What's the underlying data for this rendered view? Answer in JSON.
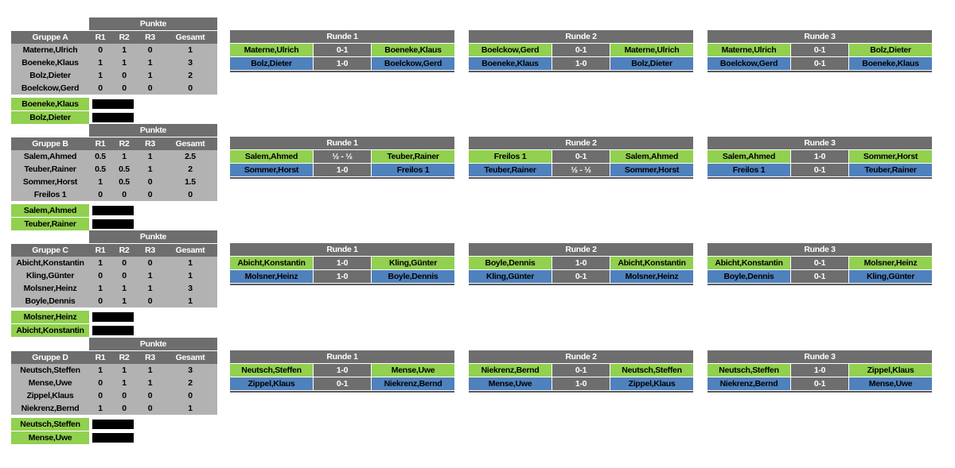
{
  "labels": {
    "punkte": "Punkte"
  },
  "colors": {
    "header_gray": "#6e6e6e",
    "body_gray": "#b2b2b2",
    "green": "#92d050",
    "blue": "#4f81bd",
    "redaction": "#000000",
    "background": "#ffffff"
  },
  "groups": [
    {
      "name": "Gruppe A",
      "columns": [
        "R1",
        "R2",
        "R3",
        "Gesamt"
      ],
      "players": [
        {
          "name": "Materne,Ulrich",
          "scores": [
            "0",
            "1",
            "0",
            "1"
          ]
        },
        {
          "name": "Boeneke,Klaus",
          "scores": [
            "1",
            "1",
            "1",
            "3"
          ]
        },
        {
          "name": "Bolz,Dieter",
          "scores": [
            "1",
            "0",
            "1",
            "2"
          ]
        },
        {
          "name": "Boelckow,Gerd",
          "scores": [
            "0",
            "0",
            "0",
            "0"
          ]
        }
      ],
      "qualifiers": [
        {
          "name": "Boeneke,Klaus"
        },
        {
          "name": "Bolz,Dieter"
        }
      ],
      "rounds": [
        {
          "title": "Runde 1",
          "matches": [
            {
              "left": "Materne,Ulrich",
              "score": "0-1",
              "right": "Boeneke,Klaus"
            },
            {
              "left": "Bolz,Dieter",
              "score": "1-0",
              "right": "Boelckow,Gerd"
            }
          ]
        },
        {
          "title": "Runde 2",
          "matches": [
            {
              "left": "Boelckow,Gerd",
              "score": "0-1",
              "right": "Materne,Ulrich"
            },
            {
              "left": "Boeneke,Klaus",
              "score": "1-0",
              "right": "Bolz,Dieter"
            }
          ]
        },
        {
          "title": "Runde 3",
          "matches": [
            {
              "left": "Materne,Ulrich",
              "score": "0-1",
              "right": "Bolz,Dieter"
            },
            {
              "left": "Boelckow,Gerd",
              "score": "0-1",
              "right": "Boeneke,Klaus"
            }
          ]
        }
      ]
    },
    {
      "name": "Gruppe B",
      "columns": [
        "R1",
        "R2",
        "R3",
        "Gesamt"
      ],
      "players": [
        {
          "name": "Salem,Ahmed",
          "scores": [
            "0.5",
            "1",
            "1",
            "2.5"
          ]
        },
        {
          "name": "Teuber,Rainer",
          "scores": [
            "0.5",
            "0.5",
            "1",
            "2"
          ]
        },
        {
          "name": "Sommer,Horst",
          "scores": [
            "1",
            "0.5",
            "0",
            "1.5"
          ]
        },
        {
          "name": "Freilos 1",
          "scores": [
            "0",
            "0",
            "0",
            "0"
          ]
        }
      ],
      "qualifiers": [
        {
          "name": "Salem,Ahmed"
        },
        {
          "name": "Teuber,Rainer"
        }
      ],
      "rounds": [
        {
          "title": "Runde 1",
          "matches": [
            {
              "left": "Salem,Ahmed",
              "score": "½ - ½",
              "right": "Teuber,Rainer"
            },
            {
              "left": "Sommer,Horst",
              "score": "1-0",
              "right": "Freilos 1"
            }
          ]
        },
        {
          "title": "Runde 2",
          "matches": [
            {
              "left": "Freilos 1",
              "score": "0-1",
              "right": "Salem,Ahmed"
            },
            {
              "left": "Teuber,Rainer",
              "score": "½ - ½",
              "right": "Sommer,Horst"
            }
          ]
        },
        {
          "title": "Runde 3",
          "matches": [
            {
              "left": "Salem,Ahmed",
              "score": "1-0",
              "right": "Sommer,Horst"
            },
            {
              "left": "Freilos 1",
              "score": "0-1",
              "right": "Teuber,Rainer"
            }
          ]
        }
      ]
    },
    {
      "name": "Gruppe C",
      "columns": [
        "R1",
        "R2",
        "R3",
        "Gesamt"
      ],
      "players": [
        {
          "name": "Abicht,Konstantin",
          "scores": [
            "1",
            "0",
            "0",
            "1"
          ]
        },
        {
          "name": "Kling,Günter",
          "scores": [
            "0",
            "0",
            "1",
            "1"
          ]
        },
        {
          "name": "Molsner,Heinz",
          "scores": [
            "1",
            "1",
            "1",
            "3"
          ]
        },
        {
          "name": "Boyle,Dennis",
          "scores": [
            "0",
            "1",
            "0",
            "1"
          ]
        }
      ],
      "qualifiers": [
        {
          "name": "Molsner,Heinz"
        },
        {
          "name": "Abicht,Konstantin"
        }
      ],
      "rounds": [
        {
          "title": "Runde 1",
          "matches": [
            {
              "left": "Abicht,Konstantin",
              "score": "1-0",
              "right": "Kling,Günter"
            },
            {
              "left": "Molsner,Heinz",
              "score": "1-0",
              "right": "Boyle,Dennis"
            }
          ]
        },
        {
          "title": "Runde 2",
          "matches": [
            {
              "left": "Boyle,Dennis",
              "score": "1-0",
              "right": "Abicht,Konstantin"
            },
            {
              "left": "Kling,Günter",
              "score": "0-1",
              "right": "Molsner,Heinz"
            }
          ]
        },
        {
          "title": "Runde 3",
          "matches": [
            {
              "left": "Abicht,Konstantin",
              "score": "0-1",
              "right": "Molsner,Heinz"
            },
            {
              "left": "Boyle,Dennis",
              "score": "0-1",
              "right": "Kling,Günter"
            }
          ]
        }
      ]
    },
    {
      "name": "Gruppe D",
      "columns": [
        "R1",
        "R2",
        "R3",
        "Gesamt"
      ],
      "players": [
        {
          "name": "Neutsch,Steffen",
          "scores": [
            "1",
            "1",
            "1",
            "3"
          ]
        },
        {
          "name": "Mense,Uwe",
          "scores": [
            "0",
            "1",
            "1",
            "2"
          ]
        },
        {
          "name": "Zippel,Klaus",
          "scores": [
            "0",
            "0",
            "0",
            "0"
          ]
        },
        {
          "name": "Niekrenz,Bernd",
          "scores": [
            "1",
            "0",
            "0",
            "1"
          ]
        }
      ],
      "qualifiers": [
        {
          "name": "Neutsch,Steffen"
        },
        {
          "name": "Mense,Uwe"
        }
      ],
      "rounds": [
        {
          "title": "Runde 1",
          "matches": [
            {
              "left": "Neutsch,Steffen",
              "score": "1-0",
              "right": "Mense,Uwe"
            },
            {
              "left": "Zippel,Klaus",
              "score": "0-1",
              "right": "Niekrenz,Bernd"
            }
          ]
        },
        {
          "title": "Runde 2",
          "matches": [
            {
              "left": "Niekrenz,Bernd",
              "score": "0-1",
              "right": "Neutsch,Steffen"
            },
            {
              "left": "Mense,Uwe",
              "score": "1-0",
              "right": "Zippel,Klaus"
            }
          ]
        },
        {
          "title": "Runde 3",
          "matches": [
            {
              "left": "Neutsch,Steffen",
              "score": "1-0",
              "right": "Zippel,Klaus"
            },
            {
              "left": "Niekrenz,Bernd",
              "score": "0-1",
              "right": "Mense,Uwe"
            }
          ]
        }
      ]
    }
  ]
}
